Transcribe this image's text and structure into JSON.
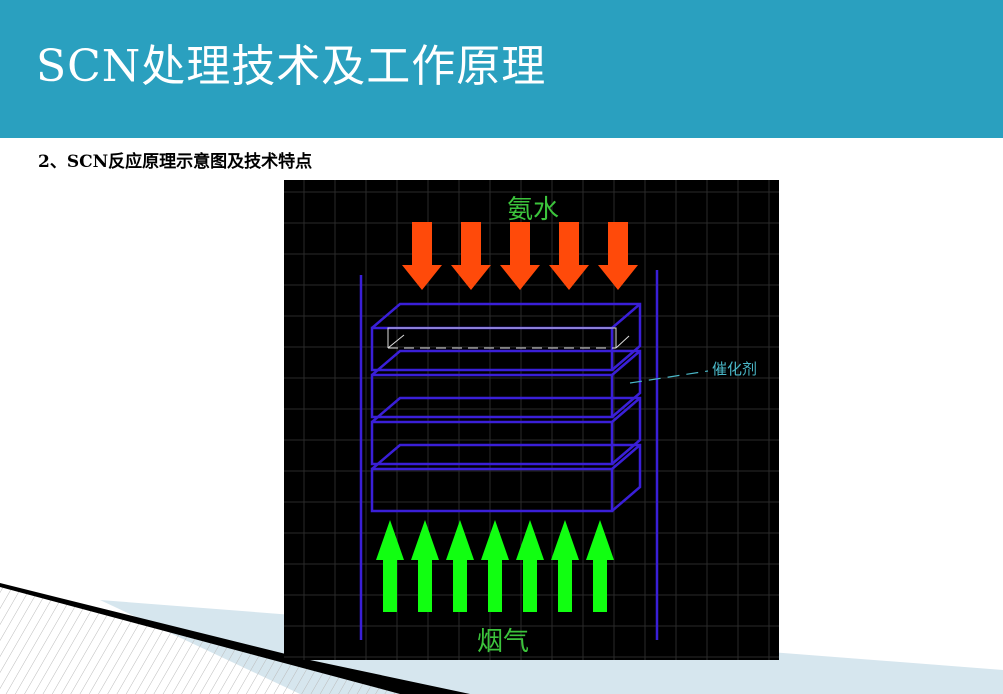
{
  "header": {
    "title": "SCN处理技术及工作原理"
  },
  "subtitle": "2、SCN反应原理示意图及技术特点",
  "diagram": {
    "top_label": "氨水",
    "bottom_label": "烟气",
    "catalyst_label": "催化剂",
    "down_arrow_count": 5,
    "up_arrow_count": 7,
    "catalyst_layer_count": 4,
    "colors": {
      "header": "#2aa0bf",
      "down_arrows": "#ff4a0a",
      "up_arrows": "#11ff11",
      "frame": "#3a1fd8",
      "label_green": "#3cc43c",
      "label_cyan": "#4ab7c7"
    }
  }
}
